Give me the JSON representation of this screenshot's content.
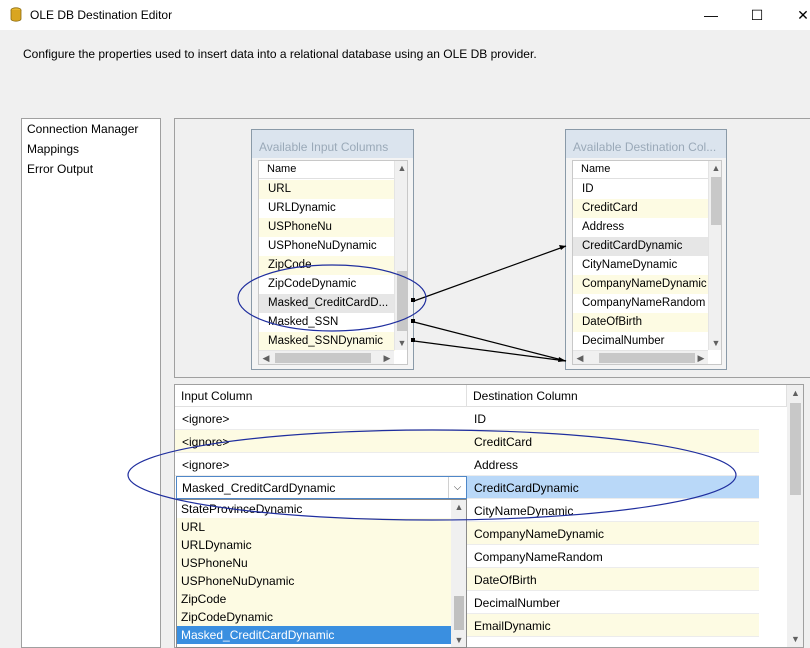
{
  "window": {
    "title": "OLE DB Destination Editor",
    "minimize_glyph": "—",
    "maximize_glyph": "☐",
    "close_glyph": "✕"
  },
  "description": "Configure the properties used to insert data into a relational database using an OLE DB provider.",
  "nav": {
    "items": [
      "Connection Manager",
      "Mappings",
      "Error Output"
    ]
  },
  "input_columns": {
    "title": "Available Input Columns",
    "name_header": "Name",
    "rows": [
      "URL",
      "URLDynamic",
      "USPhoneNu",
      "USPhoneNuDynamic",
      "ZipCode",
      "ZipCodeDynamic",
      "Masked_CreditCardD...",
      "Masked_SSN",
      "Masked_SSNDynamic"
    ]
  },
  "destination_columns": {
    "title": "Available Destination Col...",
    "name_header": "Name",
    "rows": [
      "ID",
      "CreditCard",
      "Address",
      "CreditCardDynamic",
      "CityNameDynamic",
      "CompanyNameDynamic",
      "CompanyNameRandom",
      "DateOfBirth",
      "DecimalNumber"
    ]
  },
  "grid": {
    "headers": [
      "Input Column",
      "Destination Column"
    ],
    "rows": [
      {
        "input": "<ignore>",
        "destination": "ID"
      },
      {
        "input": "<ignore>",
        "destination": "CreditCard"
      },
      {
        "input": "<ignore>",
        "destination": "Address"
      },
      {
        "input": "Masked_CreditCardDynamic",
        "destination": "CreditCardDynamic"
      },
      {
        "input": "",
        "destination": "CityNameDynamic"
      },
      {
        "input": "",
        "destination": "CompanyNameDynamic"
      },
      {
        "input": "",
        "destination": "CompanyNameRandom"
      },
      {
        "input": "",
        "destination": "DateOfBirth"
      },
      {
        "input": "",
        "destination": "DecimalNumber"
      },
      {
        "input": "",
        "destination": "EmailDynamic"
      }
    ]
  },
  "combo": {
    "value": "Masked_CreditCardDynamic"
  },
  "dropdown": {
    "options": [
      "StateProvinceDynamic",
      "URL",
      "URLDynamic",
      "USPhoneNu",
      "USPhoneNuDynamic",
      "ZipCode",
      "ZipCodeDynamic",
      "Masked_CreditCardDynamic"
    ],
    "selected": "Masked_CreditCardDynamic"
  },
  "icons": {
    "app": "database-cylinder-icon",
    "scroll_up": "▲",
    "scroll_down": "▼",
    "scroll_left": "◀",
    "scroll_right": "▶",
    "dropdown_arrow": "⌵"
  },
  "colors": {
    "annotation_ellipse": "#1f2e9e",
    "selection": "#3a8fe0",
    "highlight_row": "#fdfbe3"
  }
}
